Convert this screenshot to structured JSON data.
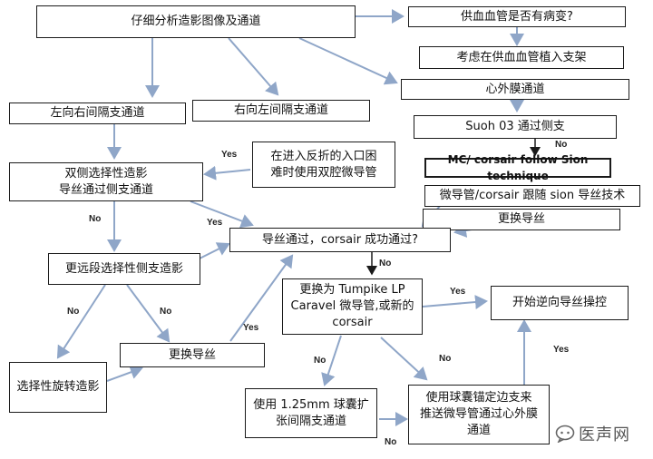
{
  "nodes": {
    "analyze": "仔细分析造影图像及通道",
    "supply_vessel": "供血血管是否有病变?",
    "stent_supply": "考虑在供血血管植入支架",
    "epicardial": "心外膜通道",
    "left_right": "左向右间隔支通道",
    "right_left": "右向左间隔支通道",
    "suoh": "Suoh 03 通过侧支",
    "double_lumen_a": "在进入反折的入口困",
    "double_lumen_b": "难时使用双腔微导管",
    "bilateral_a": "双侧选择性造影",
    "bilateral_b": "导丝通过侧支通道",
    "mc_corsair": "MC/ corsair follow Sion technique",
    "micro_corsair": "微导管/corsair 跟随 sion 导丝技术",
    "change_wire_top": "更换导丝",
    "wire_pass": "导丝通过，corsair 成功通过?",
    "distal_selective": "更远段选择性侧支造影",
    "tumpike_a": "更换为 Tumpike LP",
    "tumpike_b": "Caravel 微导管,或新的",
    "tumpike_c": "corsair",
    "retrograde": "开始逆向导丝操控",
    "change_wire_bottom": "更换导丝",
    "rotational": "选择性旋转造影",
    "balloon_a": "使用 1.25mm 球囊扩",
    "balloon_b": "张间隔支通道",
    "anchor_a": "使用球囊锚定边支来",
    "anchor_b": "推送微导管通过心外膜",
    "anchor_c": "通道"
  },
  "edge_labels": {
    "no": "No",
    "yes": "Yes"
  },
  "watermark": "医声网",
  "colors": {
    "arrow": "#8fa6c8",
    "arrow_dark": "#1a1a1a",
    "border": "#1a1a1a"
  }
}
